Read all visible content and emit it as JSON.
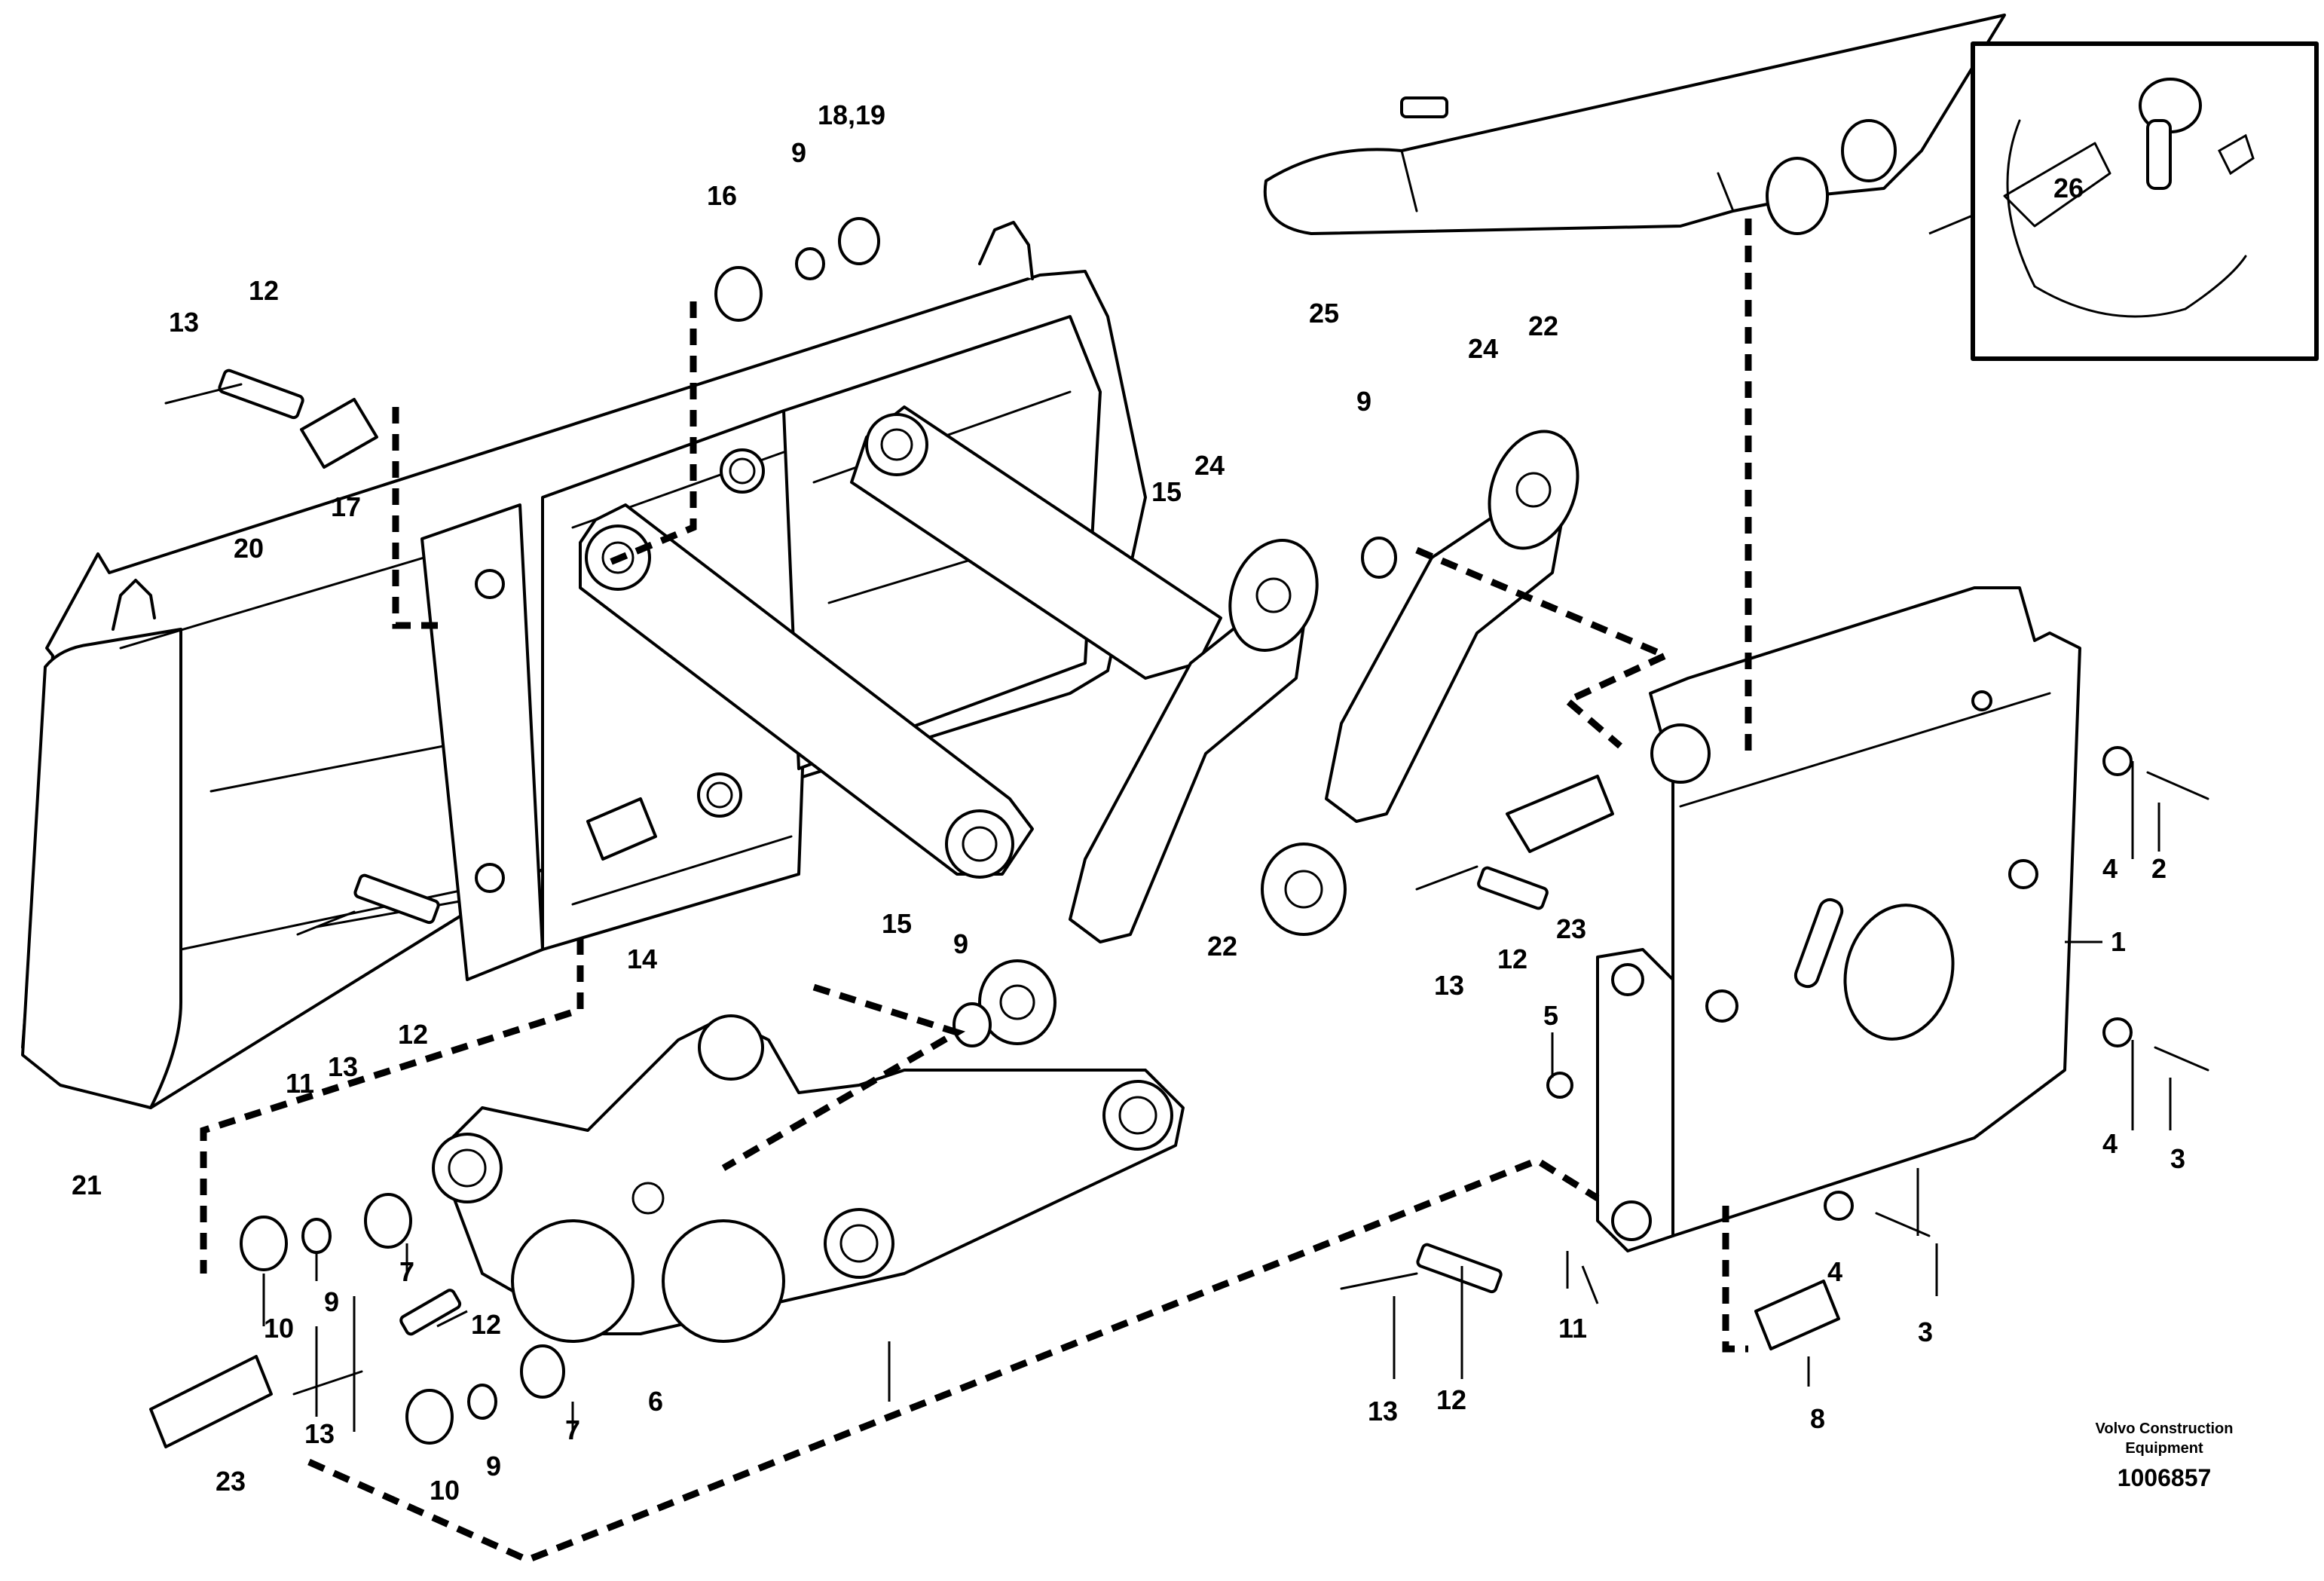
{
  "diagram": {
    "callouts": {
      "c1": "1",
      "c2": "2",
      "c3a": "3",
      "c3b": "3",
      "c4a": "4",
      "c4b": "4",
      "c4c": "4",
      "c5": "5",
      "c6": "6",
      "c7a": "7",
      "c7b": "7",
      "c8": "8",
      "c9a": "9",
      "c9b": "9",
      "c9c": "9",
      "c9d": "9",
      "c9e": "9",
      "c10a": "10",
      "c10b": "10",
      "c11a": "11",
      "c11b": "11",
      "c12a": "12",
      "c12b": "12",
      "c12c": "12",
      "c12d": "12",
      "c12e": "12",
      "c13a": "13",
      "c13b": "13",
      "c13c": "13",
      "c13d": "13",
      "c13e": "13",
      "c14": "14",
      "c15a": "15",
      "c15b": "15",
      "c16": "16",
      "c17": "17",
      "c1819": "18,19",
      "c20": "20",
      "c21": "21",
      "c22a": "22",
      "c22b": "22",
      "c23a": "23",
      "c23b": "23",
      "c24a": "24",
      "c24b": "24",
      "c25": "25",
      "c26": "26"
    },
    "brand_line1": "Volvo Construction",
    "brand_line2": "Equipment",
    "doc_number": "1006857"
  }
}
